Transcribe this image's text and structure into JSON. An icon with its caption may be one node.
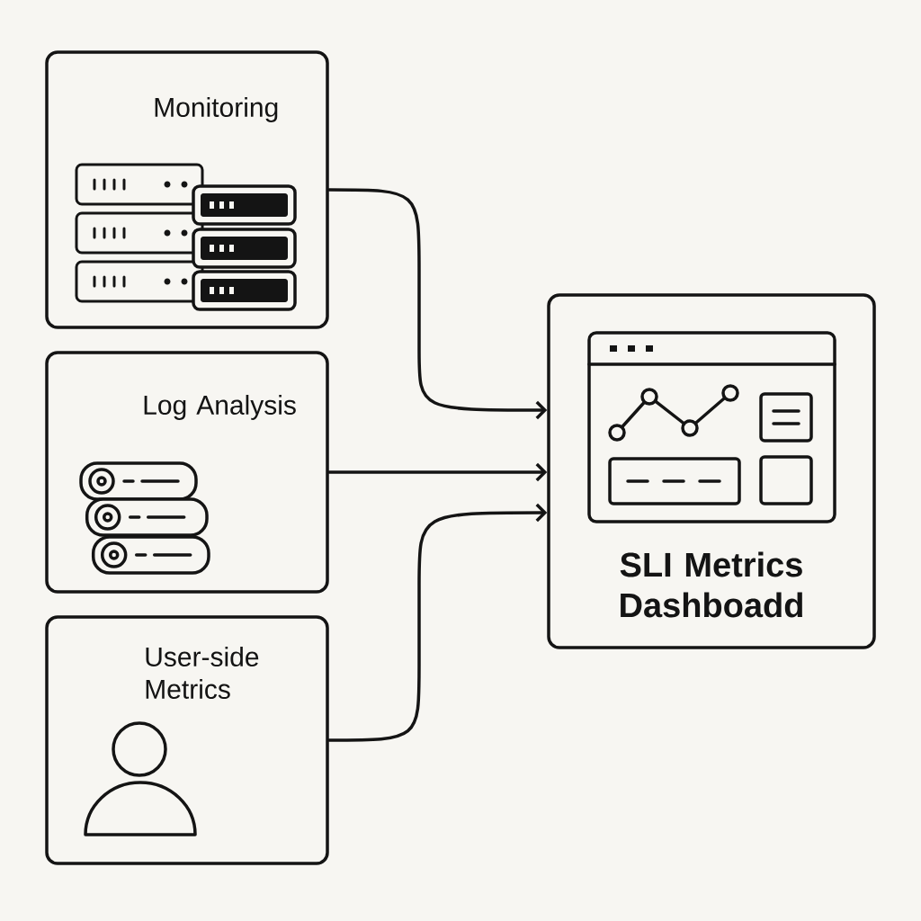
{
  "diagram": {
    "nodes": [
      {
        "text": [
          "Monitoring"
        ]
      },
      {
        "text": [
          "Log Analysis"
        ]
      },
      {
        "text": [
          "User-side Metrics"
        ]
      },
      {
        "text": [
          "SLI Metrics Dashboadd"
        ]
      }
    ],
    "edges": [
      {
        "from": 0,
        "to": 3,
        "arrow": "to"
      },
      {
        "from": 1,
        "to": 3,
        "arrow": "to"
      },
      {
        "from": 2,
        "to": 3,
        "arrow": "to"
      }
    ]
  }
}
